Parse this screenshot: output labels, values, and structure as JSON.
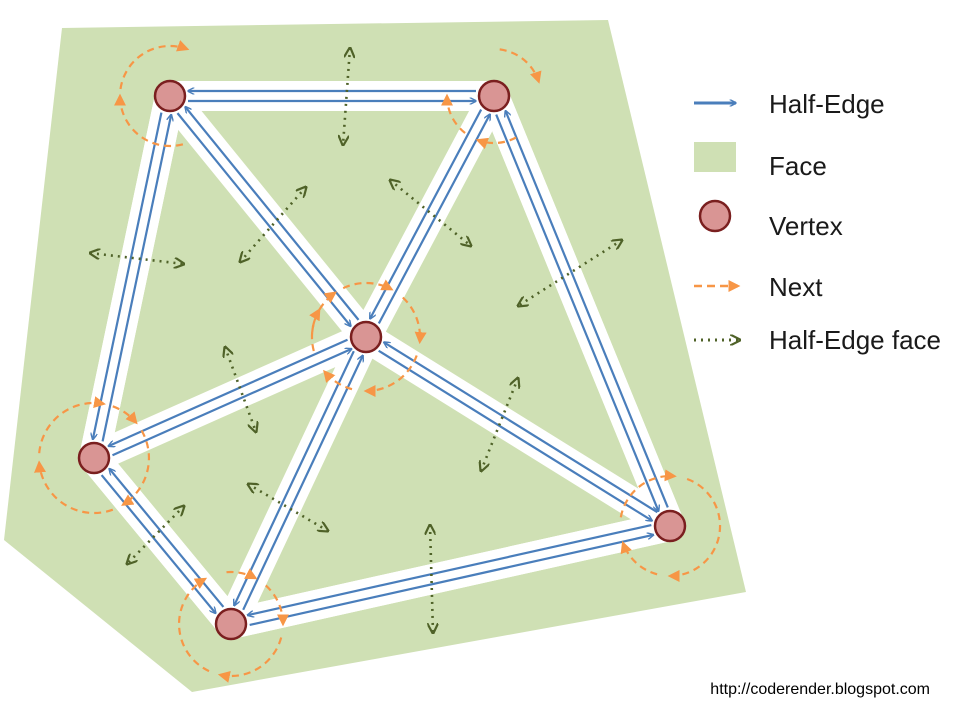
{
  "legend": {
    "half_edge": "Half-Edge",
    "face": "Face",
    "vertex": "Vertex",
    "next": "Next",
    "half_edge_face": "Half-Edge face"
  },
  "footer": {
    "url": "http://coderender.blogspot.com"
  },
  "colors": {
    "face": "#cfe0b4",
    "half_edge": "#4a7ebb",
    "vertex_fill": "#d99594",
    "vertex_stroke": "#7a1f1f",
    "next": "#f79646",
    "half_edge_face": "#4f6228",
    "edge_band": "#ffffff"
  }
}
